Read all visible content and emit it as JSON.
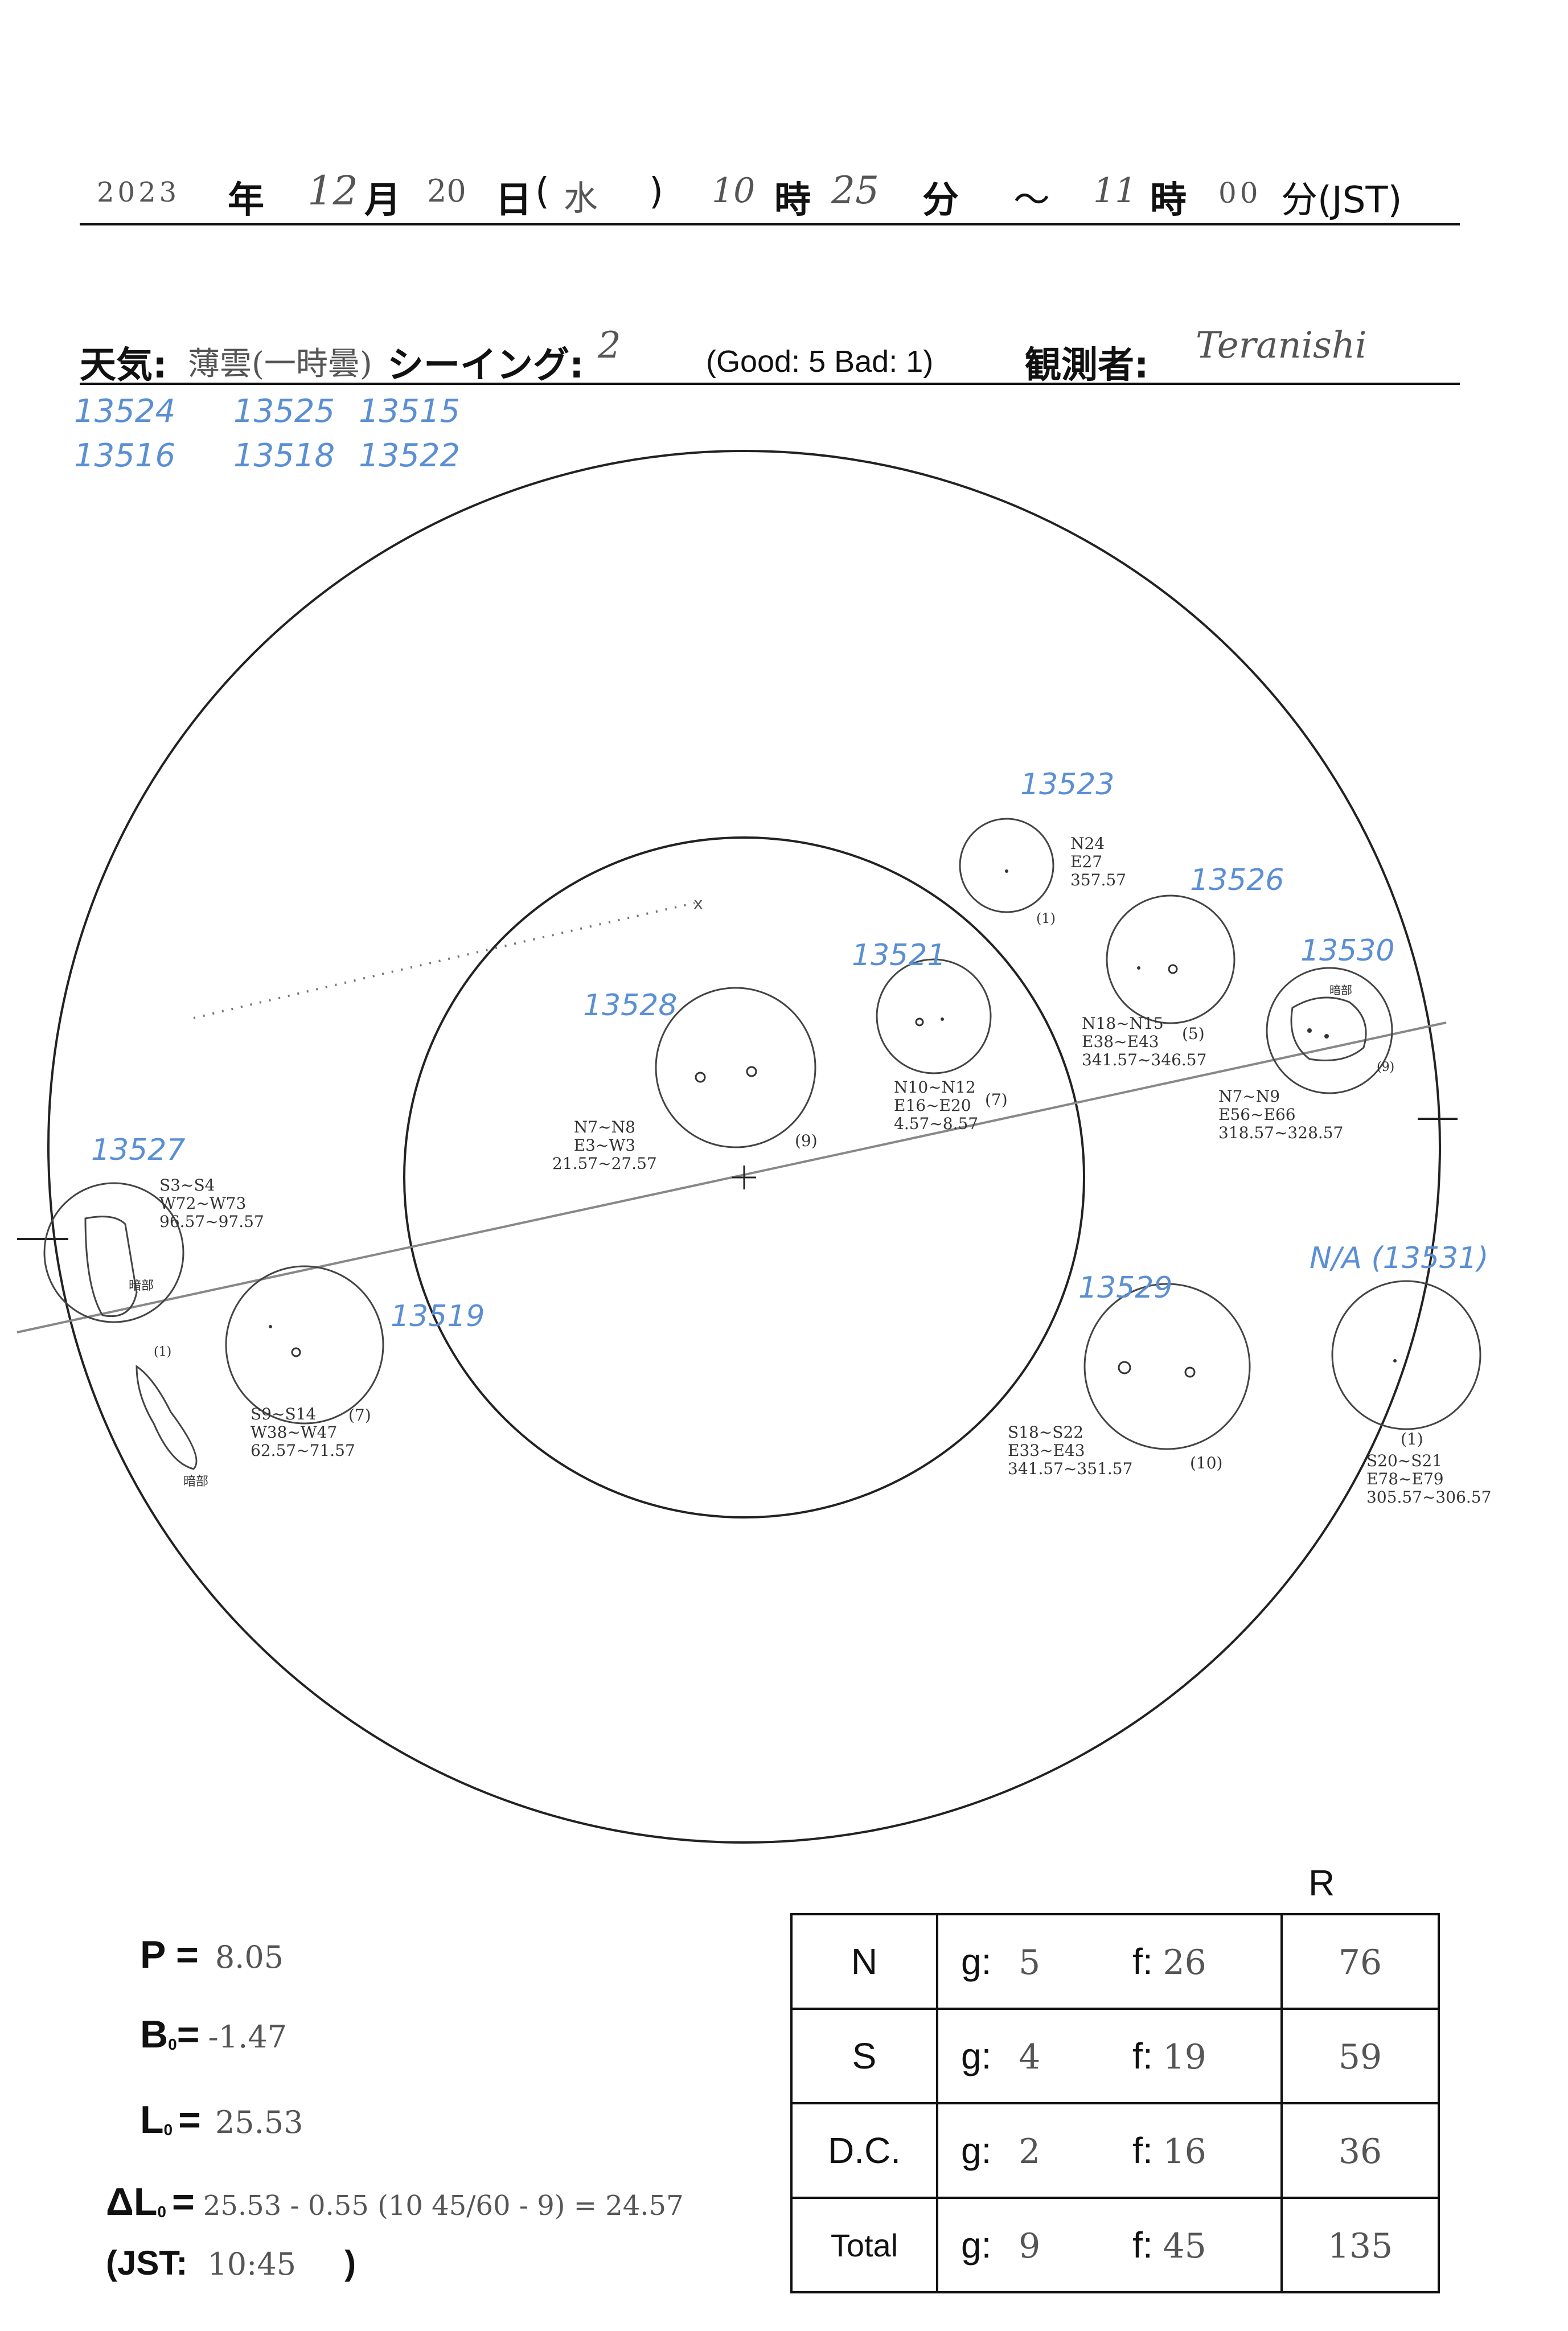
{
  "header": {
    "year": "2023",
    "year_label": "年",
    "month": "12",
    "month_label": "月",
    "day": "20",
    "day_label": "日",
    "weekday_open": "(",
    "weekday": "水",
    "weekday_close": ")",
    "start_hour": "10",
    "hour_label": "時",
    "start_min": "25",
    "min_label": "分",
    "range_sep": "〜",
    "end_hour": "11",
    "end_hour_label": "時",
    "end_min": "00",
    "end_min_label": "分(JST)"
  },
  "weather": {
    "label": "天気:",
    "value": "薄雲(一時曇)",
    "seeing_label": "シーイング:",
    "seeing_value": "2",
    "scale_note": "(Good: 5  Bad: 1)",
    "observer_label": "観測者:",
    "observer": "Teranishi"
  },
  "region_list": [
    [
      "13524",
      "13525",
      "13515"
    ],
    [
      "13516",
      "13518",
      "13522"
    ]
  ],
  "regions": [
    {
      "id": "13523",
      "lat": "N24",
      "lon": "E27",
      "L": "357.57",
      "count": "(1)"
    },
    {
      "id": "13526",
      "lat": "N18~N15",
      "lon": "E38~E43",
      "L": "341.57~346.57",
      "count": "(5)"
    },
    {
      "id": "13530",
      "lat": "N7~N9",
      "lon": "E56~E66",
      "L": "318.57~328.57",
      "count": "(9)"
    },
    {
      "id": "13521",
      "lat": "N10~N12",
      "lon": "E16~E20",
      "L": "4.57~8.57",
      "count": "(7)"
    },
    {
      "id": "13528",
      "lat": "N7~N8",
      "lon": "E3~W3",
      "L": "21.57~27.57",
      "count": "(9)"
    },
    {
      "id": "13527",
      "lat": "S3~S4",
      "lon": "W72~W73",
      "L": "96.57~97.57",
      "count": "(1)"
    },
    {
      "id": "13519",
      "lat": "S9~S14",
      "lon": "W38~W47",
      "L": "62.57~71.57",
      "count": "(7)"
    },
    {
      "id": "13529",
      "lat": "S18~S22",
      "lon": "E33~E43",
      "L": "341.57~351.57",
      "count": "(10)"
    },
    {
      "id": "N/A (13531)",
      "lat": "S20~S21",
      "lon": "E78~E79",
      "L": "305.57~306.57",
      "count": "(1)"
    }
  ],
  "penumbra_label": "暗部",
  "params": {
    "p_label": "P =",
    "p_value": "8.05",
    "b0_label": "B",
    "b0_sub": "0",
    "b0_eq": "=",
    "b0_value": "-1.47",
    "l0_label": "L",
    "l0_sub": "0",
    "l0_eq": "=",
    "l0_value": "25.53",
    "dl0_label": "ΔL",
    "dl0_sub": "0",
    "dl0_eq": "=",
    "dl0_value": "25.53 - 0.55 (10 45/60 - 9) = 24.57",
    "jst_label": "(JST:",
    "jst_value": "10:45",
    "jst_close": ")"
  },
  "counts": {
    "r_header": "R",
    "rows": [
      {
        "label": "N",
        "g": "5",
        "f": "26",
        "r": "76"
      },
      {
        "label": "S",
        "g": "4",
        "f": "19",
        "r": "59"
      },
      {
        "label": "D.C.",
        "g": "2",
        "f": "16",
        "r": "36"
      },
      {
        "label": "Total",
        "g": "9",
        "f": "45",
        "r": "135"
      }
    ],
    "g_label": "g:",
    "f_label": "f:"
  }
}
